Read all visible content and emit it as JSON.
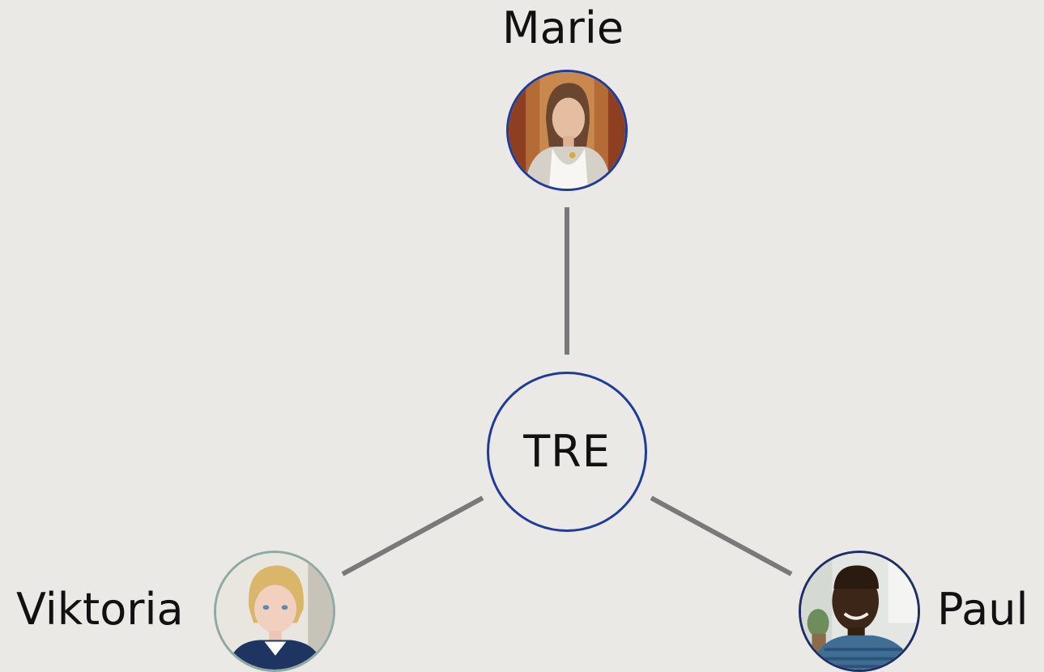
{
  "center": {
    "label": "TRE"
  },
  "people": {
    "top": {
      "name": "Marie"
    },
    "left": {
      "name": "Viktoria"
    },
    "right": {
      "name": "Paul"
    }
  },
  "colors": {
    "background": "#ebe9e6",
    "node_border": "#1f3d98",
    "connector": "#7a7978"
  }
}
